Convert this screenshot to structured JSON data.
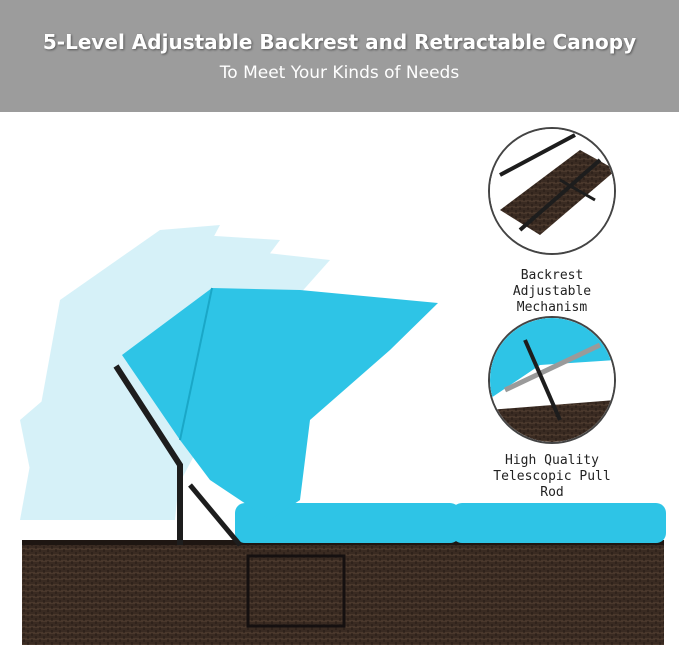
{
  "banner": {
    "title": "5-Level Adjustable Backrest and Retractable Canopy",
    "subtitle": "To Meet Your Kinds of Needs"
  },
  "callouts": {
    "backrest_line1": "Backrest Adjustable",
    "backrest_line2": "Mechanism",
    "rod_line1": "High Quality",
    "rod_line2": "Telescopic Pull Rod"
  },
  "colors": {
    "banner": "#9c9c9c",
    "cushion": "#2ec4e6",
    "wicker": "#3a2b22",
    "frame": "#1d1d1d"
  }
}
